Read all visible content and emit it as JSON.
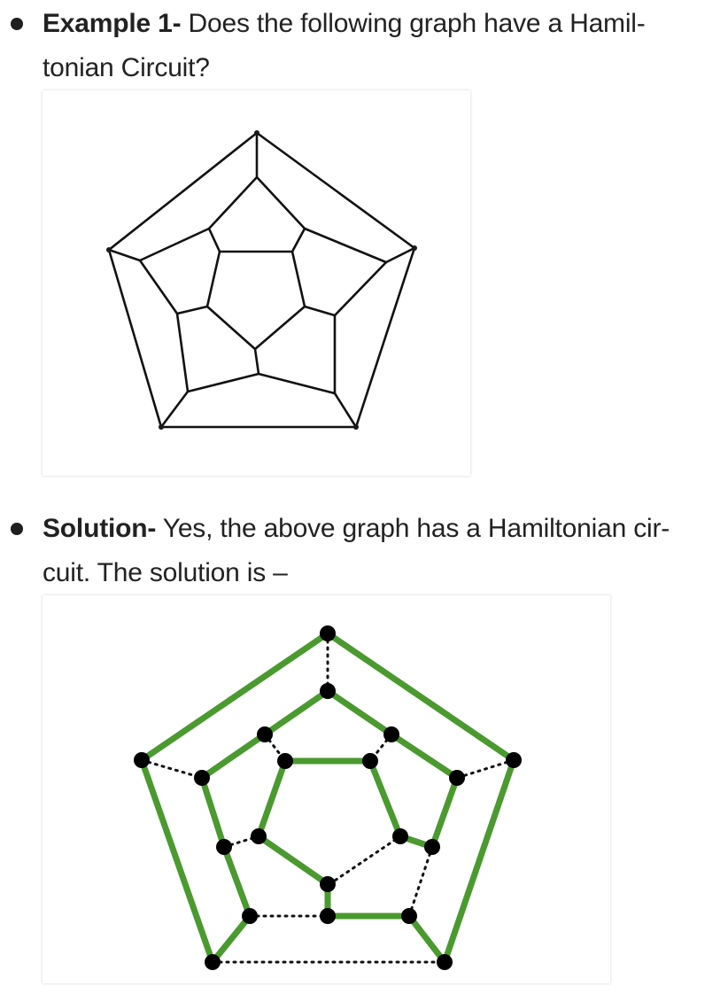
{
  "example": {
    "label": "Example 1-",
    "question_line1": " Does the following graph have a Hamil-",
    "question_line2": "tonian Circuit?"
  },
  "solution": {
    "label": "Solution-",
    "text_line1": " Yes, the above graph has a Hamiltonian cir-",
    "text_line2": "cuit. The solution is –"
  },
  "colors": {
    "text": "#222222",
    "circuit_edge": "#4a9a2f",
    "unused_edge": "#111111",
    "vertex": "#000000"
  },
  "icons": {
    "bullet": "filled-circle"
  }
}
